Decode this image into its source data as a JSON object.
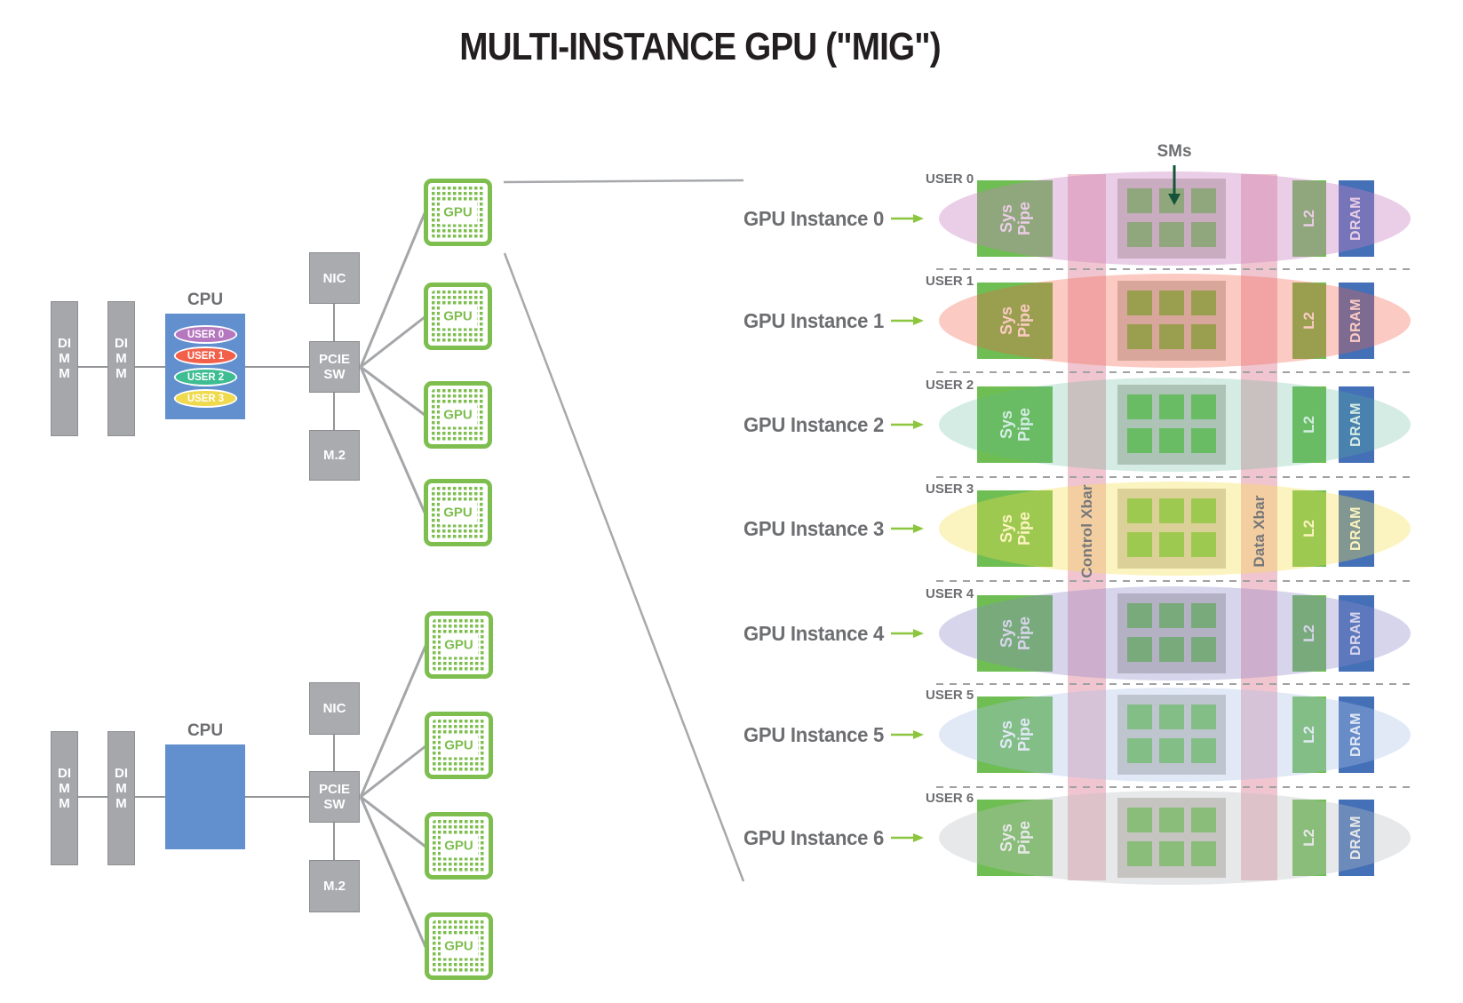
{
  "title": "MULTI-INSTANCE GPU (\"MIG\")",
  "chip": {
    "label": "GPU"
  },
  "servers": [
    {
      "cpu_label": "CPU",
      "dimm_label": "DIMM",
      "nic_label": "NIC",
      "pcie_label": "PCIE SW",
      "m2_label": "M.2",
      "cpu_color": "#6290ce",
      "users": [
        {
          "label": "USER 0",
          "color": "#b577be"
        },
        {
          "label": "USER 1",
          "color": "#f2604a"
        },
        {
          "label": "USER 2",
          "color": "#3ebd92"
        },
        {
          "label": "USER 3",
          "color": "#efd94c"
        }
      ]
    },
    {
      "cpu_label": "CPU",
      "dimm_label": "DIMM",
      "nic_label": "NIC",
      "pcie_label": "PCIE SW",
      "m2_label": "M.2",
      "cpu_color": "#6290ce",
      "users": []
    }
  ],
  "mig": {
    "sms_label": "SMs",
    "control_xbar_label": "Control Xbar",
    "data_xbar_label": "Data Xbar",
    "sys_pipe_label": "Sys Pipe",
    "l2_label": "L2",
    "dram_label": "DRAM",
    "colors": {
      "box_green": "#6fbe53",
      "dram_blue": "#4470b7",
      "band_pink": "rgba(225,140,160,0.5)",
      "arrow_green": "#8cc63e",
      "sms_arrow": "#16543a",
      "label_gray": "#6d6e71"
    },
    "rows": [
      {
        "user": "USER 0",
        "instance": "GPU Instance 0",
        "tint": "rgba(201,127,192,0.38)"
      },
      {
        "user": "USER 1",
        "instance": "GPU Instance 1",
        "tint": "rgba(242,96,74,0.33)"
      },
      {
        "user": "USER 2",
        "instance": "GPU Instance 2",
        "tint": "rgba(90,180,150,0.26)"
      },
      {
        "user": "USER 3",
        "instance": "GPU Instance 3",
        "tint": "rgba(247,224,74,0.35)"
      },
      {
        "user": "USER 4",
        "instance": "GPU Instance 4",
        "tint": "rgba(141,135,200,0.35)"
      },
      {
        "user": "USER 5",
        "instance": "GPU Instance 5",
        "tint": "rgba(168,192,232,0.35)"
      },
      {
        "user": "USER 6",
        "instance": "GPU Instance 6",
        "tint": "rgba(187,189,191,0.35)"
      }
    ]
  }
}
